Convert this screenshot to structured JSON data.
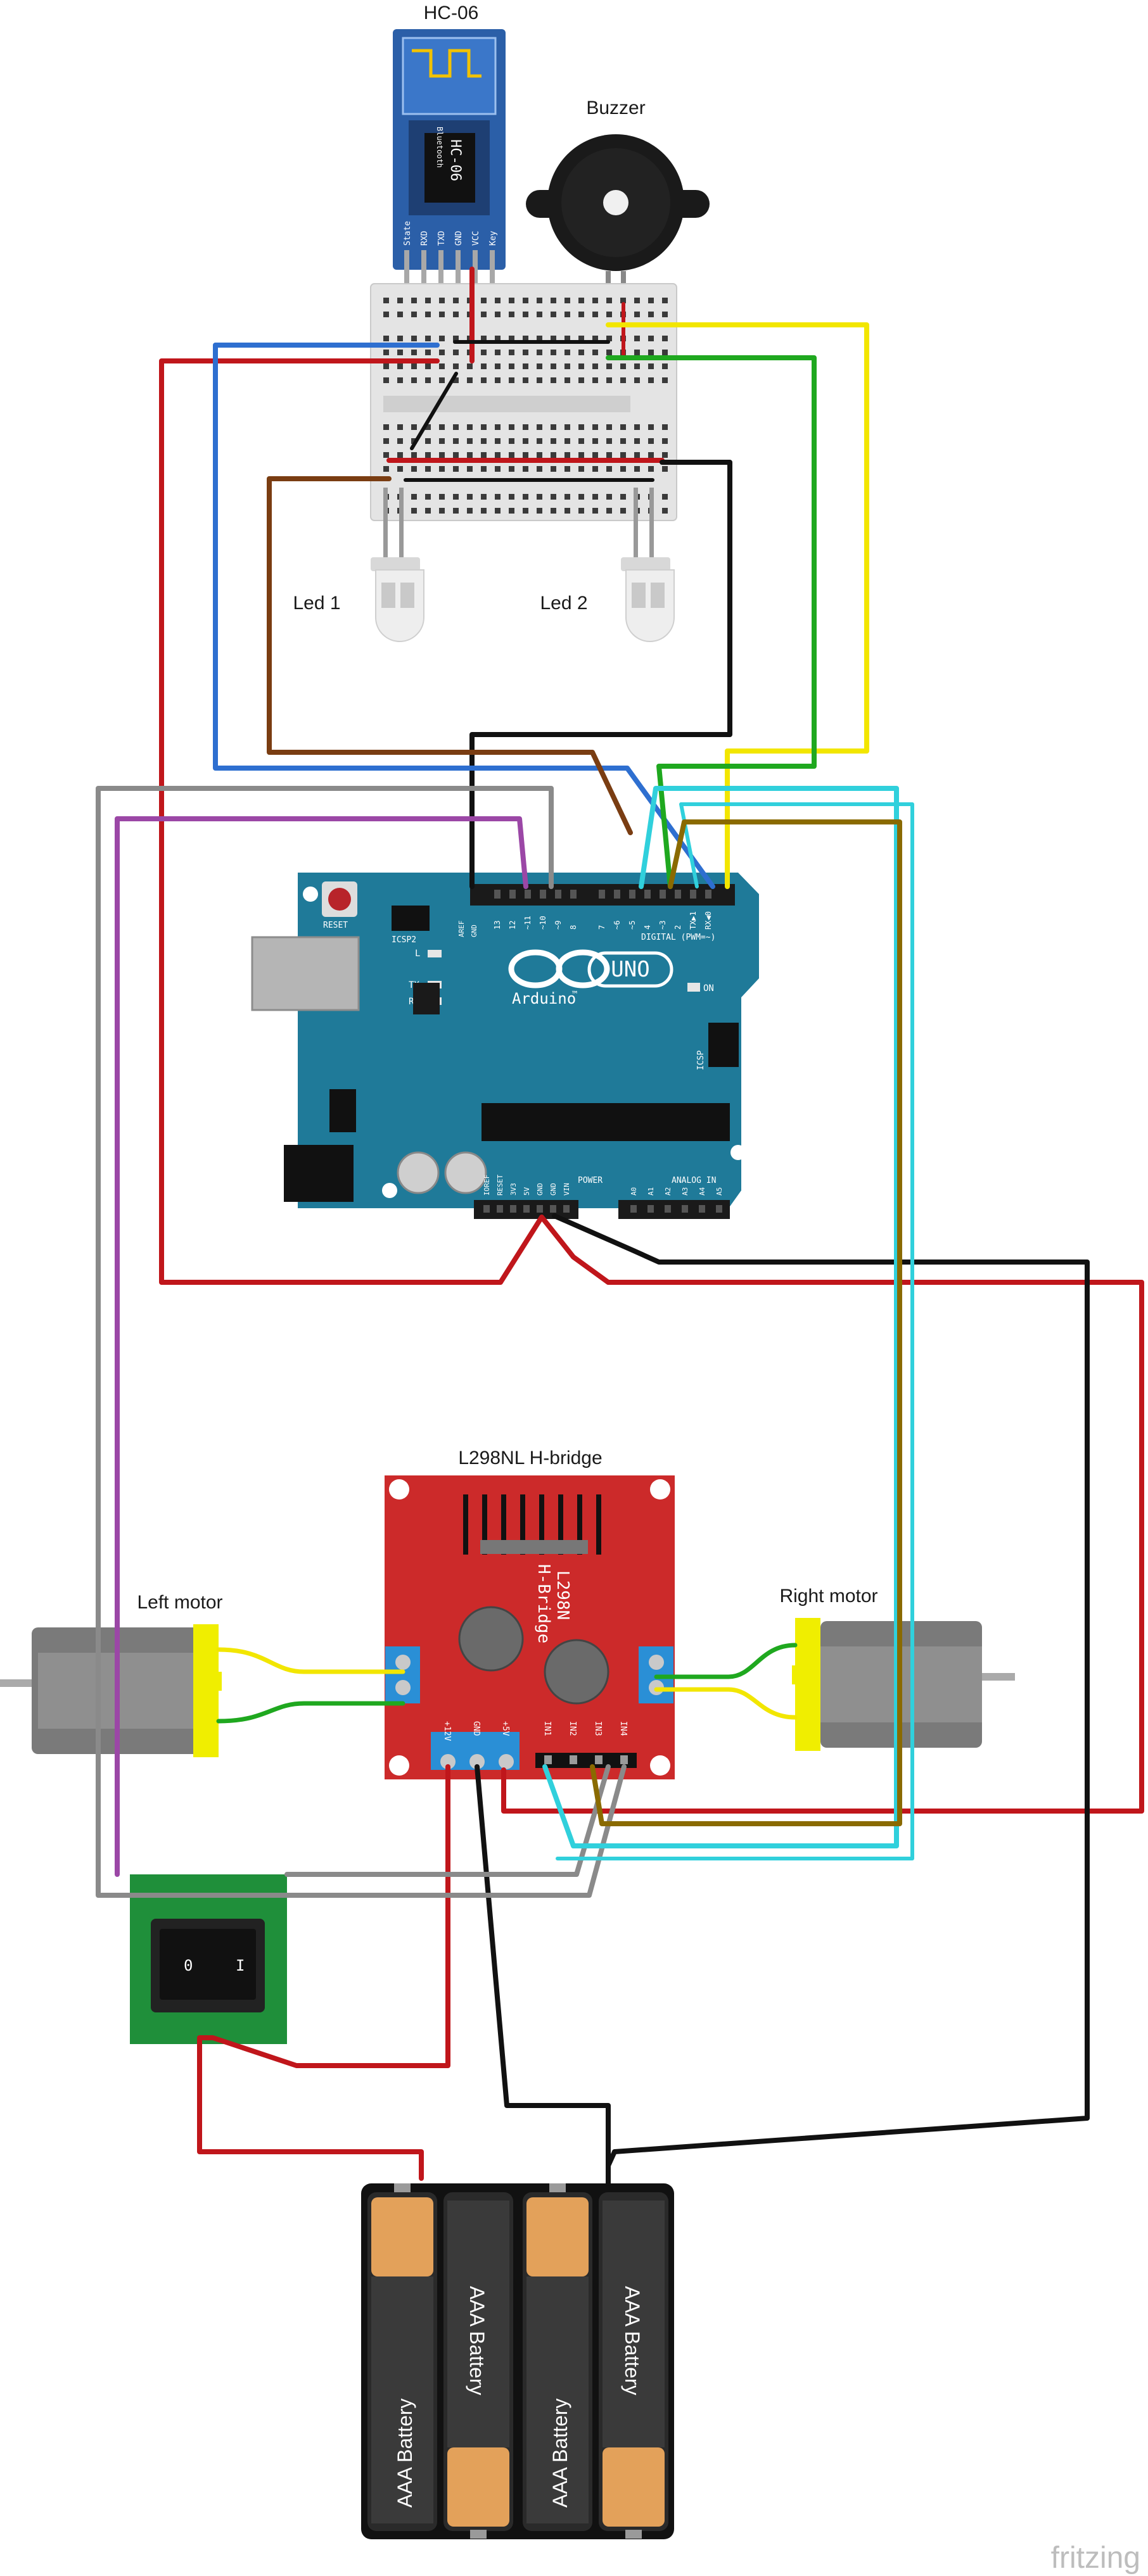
{
  "labels": {
    "hc06": "HC-06",
    "buzzer": "Buzzer",
    "led1": "Led 1",
    "led2": "Led 2",
    "hbridge": "L298NL H-bridge",
    "left_motor": "Left motor",
    "right_motor": "Right motor",
    "battery": "AAA Battery",
    "fritzing": "fritzing"
  },
  "hc06": {
    "chip": "HC-06",
    "chip_sub": "Bluetooth",
    "pins": [
      "State",
      "RXD",
      "TXD",
      "GND",
      "VCC",
      "Key"
    ]
  },
  "arduino": {
    "brand": "Arduino",
    "tm": "™",
    "model": "UNO",
    "reset": "RESET",
    "icsp2": "ICSP2",
    "icsp": "ICSP",
    "on": "ON",
    "l": "L",
    "tx": "TX",
    "rx": "RX",
    "aref": "AREF",
    "gnd": "GND",
    "digital": "DIGITAL (PWM=~)",
    "power": "POWER",
    "analog": "ANALOG IN",
    "digital_pins": [
      "13",
      "12",
      "~11",
      "~10",
      "~9",
      "8",
      "7",
      "~6",
      "~5",
      "4",
      "~3",
      "2",
      "TX▶1",
      "RX◀0"
    ],
    "power_pins": [
      "IOREF",
      "RESET",
      "3V3",
      "5V",
      "GND",
      "GND",
      "VIN"
    ],
    "analog_pins": [
      "A0",
      "A1",
      "A2",
      "A3",
      "A4",
      "A5"
    ]
  },
  "hbridge": {
    "chip_line1": "L298N",
    "chip_line2": "H-Bridge",
    "pins": [
      "+12V",
      "GND",
      "+5V",
      "IN1",
      "IN2",
      "IN3",
      "IN4"
    ]
  },
  "switch": {
    "off": "0",
    "on": "I"
  },
  "colors": {
    "arduino": "#1f7a99",
    "hbridge": "#cc2a2a",
    "breadboard": "#e6e6e6",
    "wire_red": "#c0161b",
    "wire_blue": "#2e6fd0",
    "wire_yellow": "#f2e600",
    "wire_green": "#1fa81f",
    "wire_black": "#111111",
    "wire_brown": "#7a3d12",
    "wire_purple": "#9b47a6",
    "wire_gray": "#8a8a8a",
    "wire_cyan": "#30d0dc",
    "wire_olive": "#8a6a00"
  }
}
